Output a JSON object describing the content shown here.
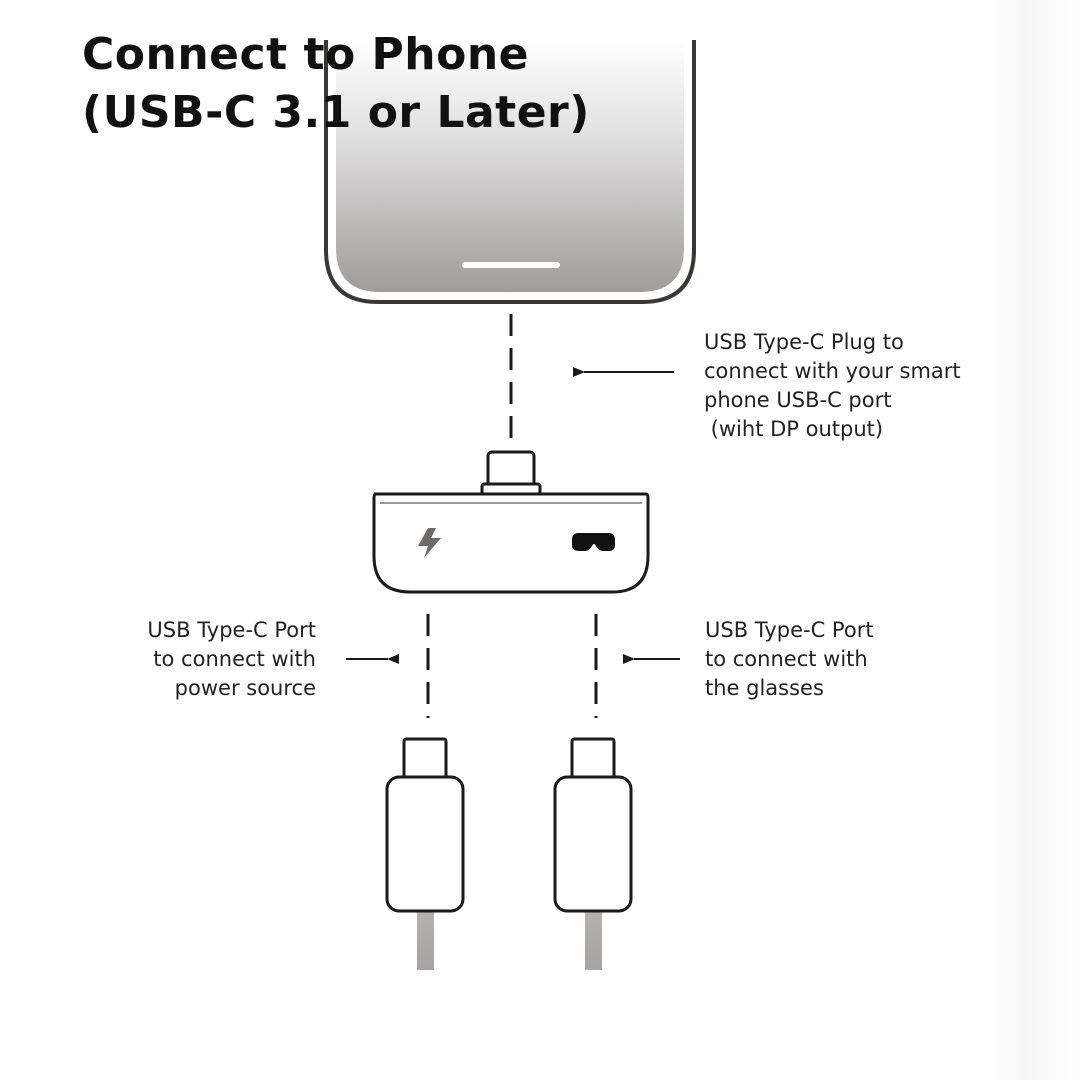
{
  "title": {
    "line1": "Connect to Phone",
    "line2": "(USB-C 3.1 or Later)"
  },
  "labels": {
    "plug": {
      "lines": [
        "USB Type-C Plug to",
        "connect with your smart",
        "phone USB-C port",
        " (wiht DP output)"
      ]
    },
    "power": {
      "lines": [
        "USB Type-C Port",
        "to connect with",
        "power source"
      ]
    },
    "glasses": {
      "lines": [
        "USB Type-C Port",
        "to connect with",
        "the glasses"
      ]
    }
  },
  "icons": {
    "power_port": "lightning-bolt-icon",
    "glasses_port": "vr-glasses-icon",
    "arrows": "left-arrow-icon"
  },
  "colors": {
    "line": "#1a1a1a",
    "text": "#222222",
    "cable": "#b3aeae",
    "phone_screen_bottom": "#a19d9d"
  }
}
